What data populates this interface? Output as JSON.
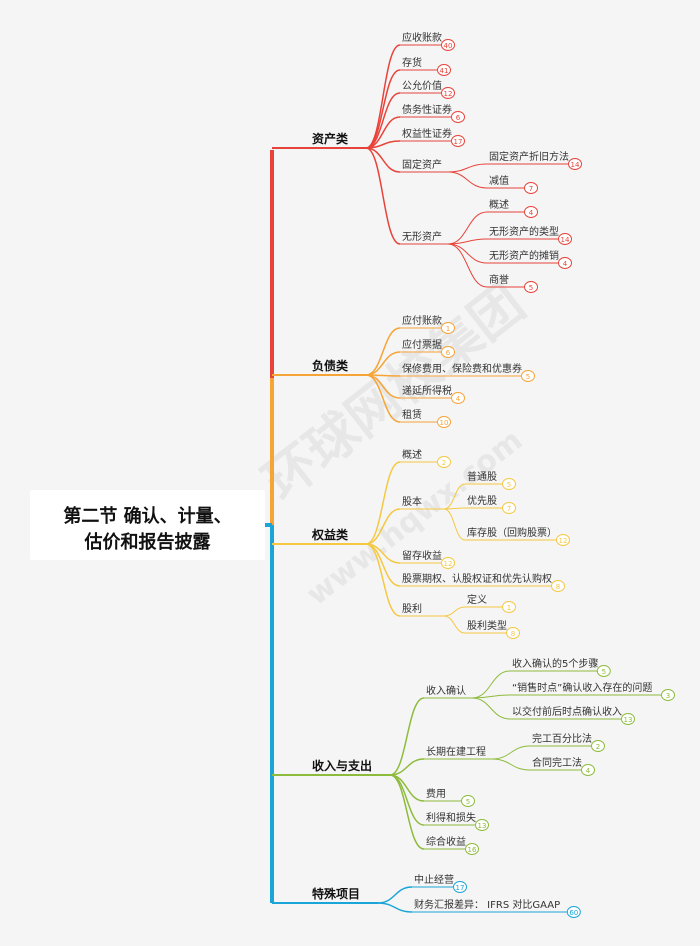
{
  "title": {
    "line1": "第二节 确认、计量、",
    "line2": "估价和报告披露"
  },
  "watermark": {
    "main": "环球网校集团",
    "url": "www.hqwx.com"
  },
  "colors": {
    "assets": "#e8433a",
    "liabilities": "#f7a437",
    "equity": "#f5c842",
    "revenue": "#8dbb3c",
    "special": "#1aa5d8",
    "spine_bottom": "#1aa5d8"
  },
  "categories": [
    {
      "label": "资产类",
      "color": "#e8433a",
      "children": [
        {
          "label": "应收账款",
          "badge": "40"
        },
        {
          "label": "存货",
          "badge": "41"
        },
        {
          "label": "公允价值",
          "badge": "12"
        },
        {
          "label": "债务性证券",
          "badge": "6"
        },
        {
          "label": "权益性证券",
          "badge": "17"
        },
        {
          "label": "固定资产",
          "children": [
            {
              "label": "固定资产折旧方法",
              "badge": "14"
            },
            {
              "label": "减值",
              "badge": "7"
            }
          ]
        },
        {
          "label": "无形资产",
          "children": [
            {
              "label": "概述",
              "badge": "4"
            },
            {
              "label": "无形资产的类型",
              "badge": "14"
            },
            {
              "label": "无形资产的摊销",
              "badge": "4"
            },
            {
              "label": "商誉",
              "badge": "5"
            }
          ]
        }
      ]
    },
    {
      "label": "负债类",
      "color": "#f7a437",
      "children": [
        {
          "label": "应付账款",
          "badge": "1"
        },
        {
          "label": "应付票据",
          "badge": "6"
        },
        {
          "label": "保修费用、保险费和优惠券",
          "badge": "5"
        },
        {
          "label": "递延所得税",
          "badge": "4"
        },
        {
          "label": "租赁",
          "badge": "10"
        }
      ]
    },
    {
      "label": "权益类",
      "color": "#f5c842",
      "children": [
        {
          "label": "概述",
          "badge": "2"
        },
        {
          "label": "股本",
          "children": [
            {
              "label": "普通股",
              "badge": "5"
            },
            {
              "label": "优先股",
              "badge": "7"
            },
            {
              "label": "库存股（回购股票）",
              "badge": "12"
            }
          ]
        },
        {
          "label": "留存收益",
          "badge": "12"
        },
        {
          "label": "股票期权、认股权证和优先认购权",
          "badge": "8"
        },
        {
          "label": "股利",
          "children": [
            {
              "label": "定义",
              "badge": "1"
            },
            {
              "label": "股利类型",
              "badge": "8"
            }
          ]
        }
      ]
    },
    {
      "label": "收入与支出",
      "color": "#8dbb3c",
      "children": [
        {
          "label": "收入确认",
          "children": [
            {
              "label": "收入确认的5个步骤",
              "badge": "5"
            },
            {
              "label": "“销售时点”确认收入存在的问题",
              "badge": "3"
            },
            {
              "label": "以交付前后时点确认收入",
              "badge": "13"
            }
          ]
        },
        {
          "label": "长期在建工程",
          "children": [
            {
              "label": "完工百分比法",
              "badge": "2"
            },
            {
              "label": "合同完工法",
              "badge": "4"
            }
          ]
        },
        {
          "label": "费用",
          "badge": "5"
        },
        {
          "label": "利得和损失",
          "badge": "13"
        },
        {
          "label": "综合收益",
          "badge": "16"
        }
      ]
    },
    {
      "label": "特殊项目",
      "color": "#1aa5d8",
      "children": [
        {
          "label": "中止经营",
          "badge": "17"
        },
        {
          "label": "财务汇报差异：  IFRS 对比GAAP",
          "badge": "60"
        }
      ]
    }
  ]
}
